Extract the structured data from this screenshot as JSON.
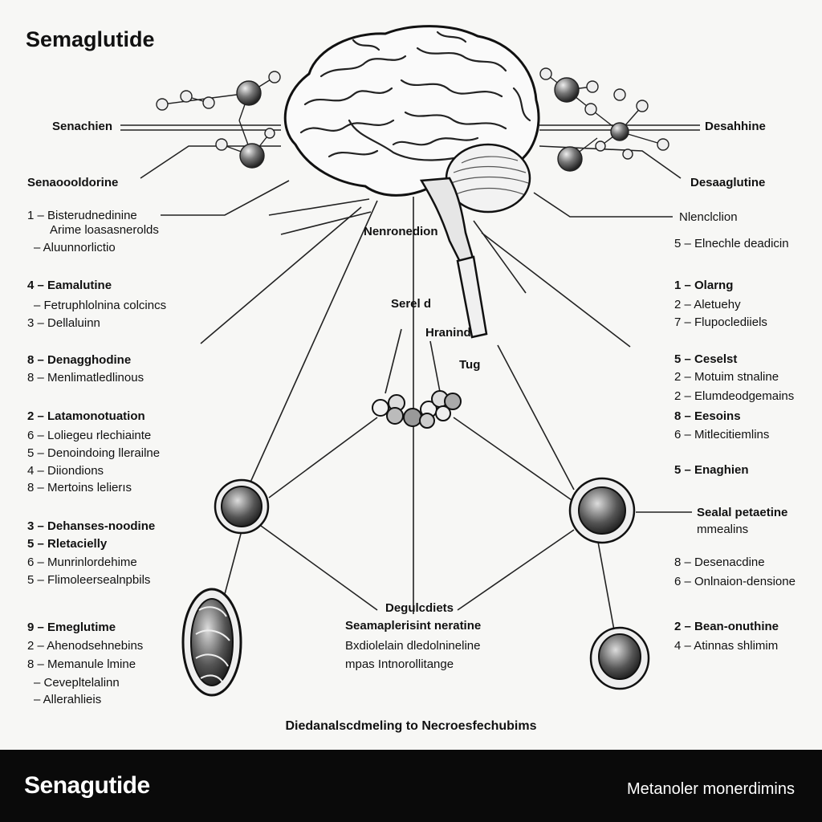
{
  "title": "Semaglutide",
  "caption": "Diedanalscdmeling to Necroesfechubims",
  "footer": {
    "left": "Senagutide",
    "right": "Metanoler monerdimins"
  },
  "labels": [
    {
      "t": "Senachien",
      "b": true
    },
    {
      "t": "Desahhine",
      "b": true
    },
    {
      "t": "Senaoooldorine",
      "b": true
    },
    {
      "t": "Desaaglutine",
      "b": true
    },
    {
      "t": "1 – Bisterudnedinine",
      "b": false
    },
    {
      "t": "Arime loasasnerolds",
      "b": false
    },
    {
      "t": "– Aluunnorlictio",
      "b": false
    },
    {
      "t": "Nenronedion",
      "b": true
    },
    {
      "t": "Nlenclclion",
      "b": false
    },
    {
      "t": "5 – Elnechle deadicin",
      "b": false
    },
    {
      "t": "4 – Eamalutine",
      "b": true
    },
    {
      "t": "– Fetruphlolnina colcincs",
      "b": false
    },
    {
      "t": "3 – Dellaluinn",
      "b": false
    },
    {
      "t": "Serel d",
      "b": true
    },
    {
      "t": "Hranind",
      "b": true
    },
    {
      "t": "Tug",
      "b": true
    },
    {
      "t": "1 – Olarng",
      "b": true
    },
    {
      "t": "2 – Aletuehy",
      "b": false
    },
    {
      "t": "7 – Flupoclediiels",
      "b": false
    },
    {
      "t": "8 – Denagghodine",
      "b": true
    },
    {
      "t": "8 – Menlimatledlinous",
      "b": false
    },
    {
      "t": "5 – Ceselst",
      "b": true
    },
    {
      "t": "2 – Motuim stnaline",
      "b": false
    },
    {
      "t": "2 – Elumdeodgemains",
      "b": false
    },
    {
      "t": "2 – Latamonotuation",
      "b": true
    },
    {
      "t": "6 – Loliegeu rlechiainte",
      "b": false
    },
    {
      "t": "5 – Denoindoing llerailne",
      "b": false
    },
    {
      "t": "4 – Diiondions",
      "b": false
    },
    {
      "t": "8 – Mertoins lelierıs",
      "b": false
    },
    {
      "t": "8 – Eesoins",
      "b": true
    },
    {
      "t": "6 – Mitlecitiemlins",
      "b": false
    },
    {
      "t": "5 – Enaghien",
      "b": true
    },
    {
      "t": "Sealal petaetine",
      "b": true
    },
    {
      "t": "mmealins",
      "b": false
    },
    {
      "t": "3 – Dehanses-noodine",
      "b": true
    },
    {
      "t": "5 – Rletacielly",
      "b": true
    },
    {
      "t": "6 – Munrinlordehime",
      "b": false
    },
    {
      "t": "5 – Flimoleersealnpbils",
      "b": false
    },
    {
      "t": "8 – Desenacdine",
      "b": false
    },
    {
      "t": "6 – Onlnaion-densione",
      "b": false
    },
    {
      "t": "Degulcdiets",
      "b": true
    },
    {
      "t": "Seamaplerisint neratine",
      "b": true
    },
    {
      "t": "Bxdiolelain dledolnineline",
      "b": false
    },
    {
      "t": "mpas Intnorollitange",
      "b": false
    },
    {
      "t": "9 – Emeglutime",
      "b": true
    },
    {
      "t": "2 – Ahenodsehnebins",
      "b": false
    },
    {
      "t": "8 – Memanule lmine",
      "b": false
    },
    {
      "t": "– Cevepltelalinn",
      "b": false
    },
    {
      "t": "– Allerahlieis",
      "b": false
    },
    {
      "t": "2 – Bean-onuthine",
      "b": true
    },
    {
      "t": "4 – Atinnas shlimim",
      "b": false
    }
  ]
}
